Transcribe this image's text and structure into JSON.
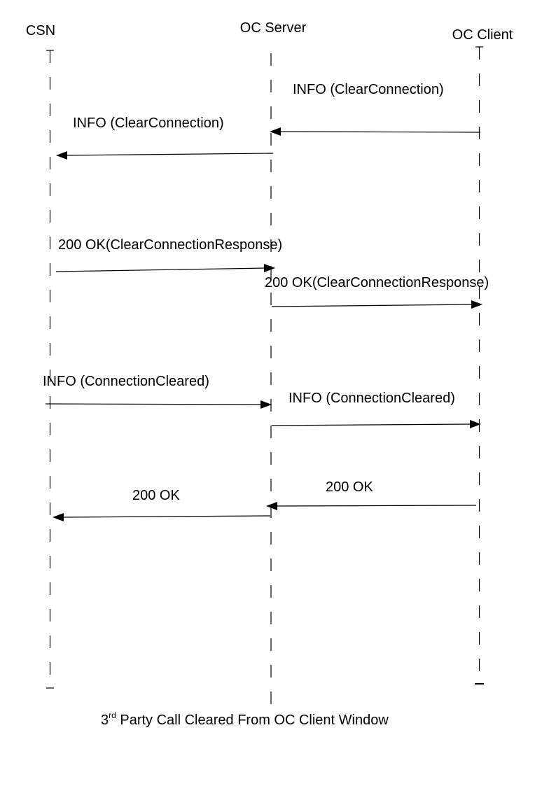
{
  "diagram": {
    "type": "sequence",
    "participants": [
      {
        "id": "csn",
        "label": "CSN"
      },
      {
        "id": "server",
        "label": "OC Server"
      },
      {
        "id": "client",
        "label": "OC Client"
      }
    ],
    "messages": [
      {
        "from": "client",
        "to": "server",
        "label": "INFO (ClearConnection)"
      },
      {
        "from": "server",
        "to": "csn",
        "label": "INFO (ClearConnection)"
      },
      {
        "from": "csn",
        "to": "server",
        "label": "200 OK(ClearConnectionResponse)"
      },
      {
        "from": "server",
        "to": "client",
        "label": "200 OK(ClearConnectionResponse)"
      },
      {
        "from": "csn",
        "to": "server",
        "label": "INFO (ConnectionCleared)"
      },
      {
        "from": "server",
        "to": "client",
        "label": "INFO (ConnectionCleared)"
      },
      {
        "from": "client",
        "to": "server",
        "label": "200 OK"
      },
      {
        "from": "server",
        "to": "csn",
        "label": "200 OK"
      }
    ],
    "caption": {
      "prefix": "3",
      "superscript": "rd",
      "text": " Party Call Cleared From OC Client Window"
    },
    "colors": {
      "line": "#000000",
      "text": "#000000",
      "background": "#ffffff"
    }
  }
}
